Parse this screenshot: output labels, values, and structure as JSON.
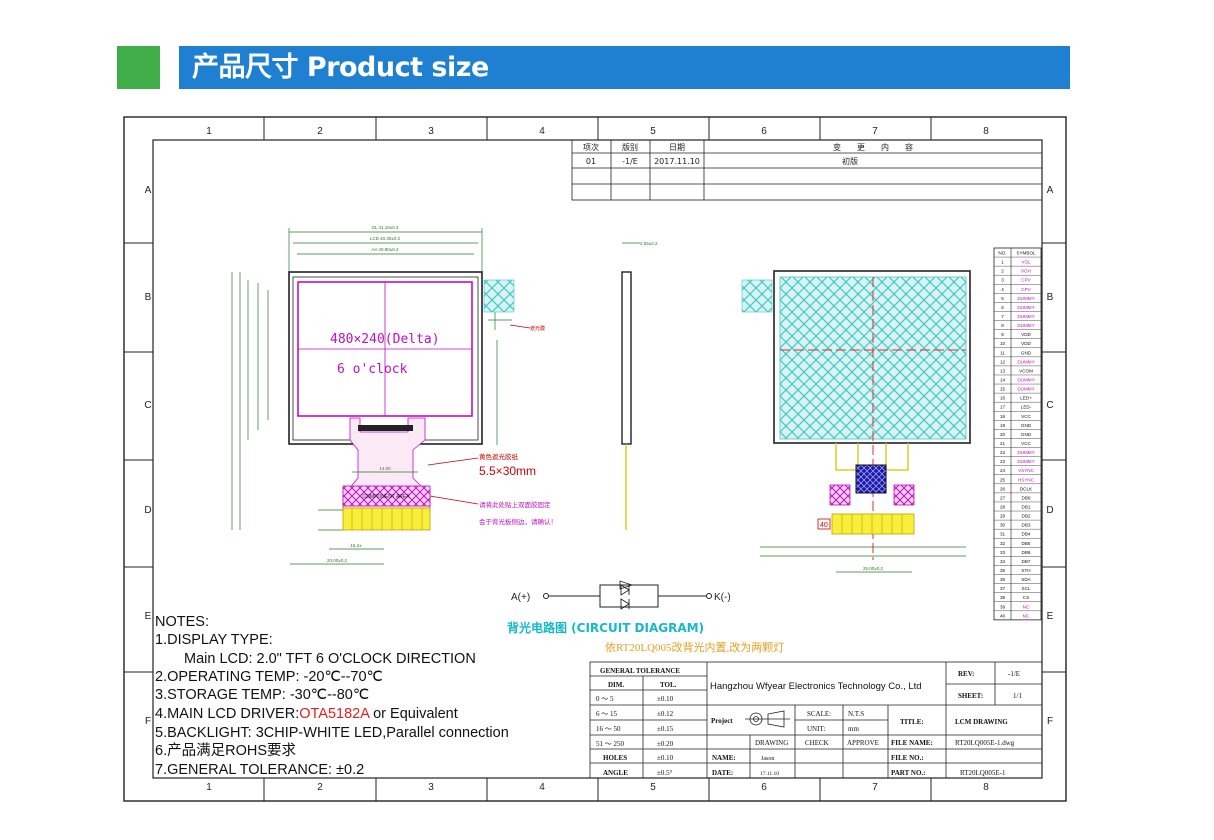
{
  "header": {
    "title": "产品尺寸 Product size"
  },
  "grid": {
    "cols": [
      "1",
      "2",
      "3",
      "4",
      "5",
      "6",
      "7",
      "8"
    ],
    "rows": [
      "A",
      "B",
      "C",
      "D",
      "E",
      "F"
    ]
  },
  "revision_table": {
    "headers": [
      "项次",
      "版别",
      "日期",
      "变　　更　　内　　容"
    ],
    "row": {
      "item": "01",
      "rev": "-1/E",
      "date": "2017.11.10",
      "content": "初版"
    }
  },
  "drawing": {
    "resolution": "480×240(Delta)",
    "orientation": "6 o'clock",
    "tape_label": "黄色遮光胶纸",
    "tape_size": "5.5×30mm",
    "component_area": "COMPONENT AREA",
    "backlight_note_1": "请将此处贴上双面胶固定",
    "backlight_note_2": "会于背光板侧边，请确认！"
  },
  "circuit": {
    "anode": "A(+)",
    "cathode": "K(-)",
    "title": "背光电路图 (CIRCUIT DIAGRAM)",
    "note": "依RT20LQ005改背光内置,改为两颗灯"
  },
  "notes": {
    "title": "NOTES:",
    "line1": "1.DISPLAY TYPE:",
    "line1b": "Main LCD: 2.0\"  TFT   6 O'CLOCK DIRECTION",
    "line2": "2.OPERATING TEMP: -20℃--70℃",
    "line3": "3.STORAGE TEMP: -30℃--80℃",
    "line4_prefix": "4.MAIN LCD DRIVER:",
    "line4_driver": "OTA5182A",
    "line4_suffix": " or Equivalent",
    "line5": "5.BACKLIGHT: 3CHIP-WHITE LED,Parallel connection",
    "line6": "6.产品满足ROHS要求",
    "line7": "7.GENERAL TOLERANCE: ±0.2"
  },
  "tolerance": {
    "title": "GENERAL TOLERANCE",
    "headers": [
      "DIM.",
      "TOL."
    ],
    "rows": [
      [
        "0 ～ 5",
        "±0.10"
      ],
      [
        "6 ～ 15",
        "±0.12"
      ],
      [
        "16 ～ 50",
        "±0.15"
      ],
      [
        "51 ～ 250",
        "±0.20"
      ],
      [
        "HOLES",
        "±0.10"
      ],
      [
        "ANGLE",
        "±0.5°"
      ]
    ]
  },
  "title_block": {
    "company": "Hangzhou Wfyear Electronics Technology Co., Ltd",
    "project": "Project",
    "scale_label": "SCALE:",
    "scale_value": "N.T.S",
    "unit_label": "UNIT:",
    "unit_value": "mm",
    "rev_label": "REV:",
    "rev_value": "-1/E",
    "sheet_label": "SHEET:",
    "sheet_value": "1/1",
    "title_label": "TITLE:",
    "title_value": "LCM DRAWING",
    "drawing": "DRAWING",
    "check": "CHECK",
    "approve": "APPROVE",
    "name_label": "NAME:",
    "name_value": "Jason",
    "date_label": "DATE:",
    "date_value": "17.11.10",
    "file_name_label": "FILE NAME:",
    "file_name_value": "RT20LQ005E-1.dwg",
    "file_no_label": "FILE NO.:",
    "part_no_label": "PART NO.:",
    "part_no_value": "RT20LQ005E-1"
  },
  "pin_table": {
    "headers": [
      "NO.",
      "SYMBOL"
    ],
    "rows": [
      [
        "1",
        "VGL"
      ],
      [
        "2",
        "VGH"
      ],
      [
        "3",
        "CPV"
      ],
      [
        "4",
        "CPV"
      ],
      [
        "5",
        "DUMMY"
      ],
      [
        "6",
        "DUMMY"
      ],
      [
        "7",
        "DUMMY"
      ],
      [
        "8",
        "DUMMY"
      ],
      [
        "9",
        "VDD"
      ],
      [
        "10",
        "VDD"
      ],
      [
        "11",
        "GND"
      ],
      [
        "12",
        "DUMMY"
      ],
      [
        "13",
        "VCOM"
      ],
      [
        "14",
        "DUMMY"
      ],
      [
        "15",
        "DUMMY"
      ],
      [
        "16",
        "LED+"
      ],
      [
        "17",
        "LED-"
      ],
      [
        "18",
        "VCC"
      ],
      [
        "19",
        "GND"
      ],
      [
        "20",
        "GND"
      ],
      [
        "21",
        "VCC"
      ],
      [
        "22",
        "DUMMY"
      ],
      [
        "23",
        "DUMMY"
      ],
      [
        "24",
        "VSYNC"
      ],
      [
        "25",
        "HSYNC"
      ],
      [
        "26",
        "DCLK"
      ],
      [
        "27",
        "DB0"
      ],
      [
        "28",
        "DB1"
      ],
      [
        "29",
        "DB2"
      ],
      [
        "30",
        "DB3"
      ],
      [
        "31",
        "DB4"
      ],
      [
        "32",
        "DB5"
      ],
      [
        "33",
        "DB6"
      ],
      [
        "34",
        "DB7"
      ],
      [
        "35",
        "STH"
      ],
      [
        "36",
        "SDA"
      ],
      [
        "37",
        "SCL"
      ],
      [
        "38",
        "CS"
      ],
      [
        "39",
        "NC"
      ],
      [
        "40",
        "NC"
      ]
    ]
  }
}
